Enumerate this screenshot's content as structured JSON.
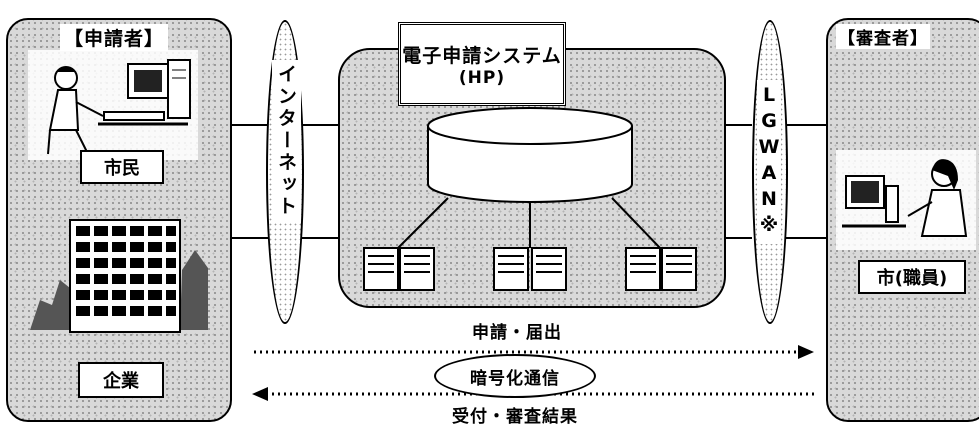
{
  "applicant": {
    "header": "【申請者】",
    "citizen_label": "市民",
    "company_label": "企業"
  },
  "internet": {
    "label": "インターネット"
  },
  "system": {
    "title_line1": "電子申請システム",
    "title_line2": "(HP)"
  },
  "lgwan": {
    "label": "LGWAN※"
  },
  "reviewer": {
    "header": "【審査者】",
    "staff_label": "市(職員)"
  },
  "flows": {
    "apply_label": "申請・届出",
    "encryption_label": "暗号化通信",
    "result_label": "受付・審査結果"
  }
}
